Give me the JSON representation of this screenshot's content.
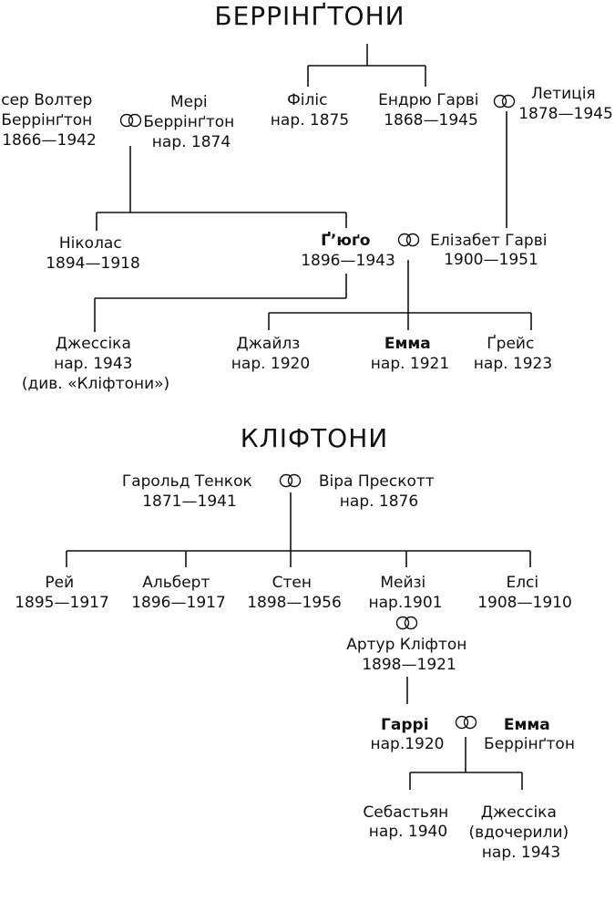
{
  "sections": {
    "barrington_title": "БЕРРІНҐТОНИ",
    "clifton_title": "КЛІФТОНИ"
  },
  "persons": {
    "walter": [
      "сер Волтер",
      "Беррінґтон",
      "1866—1942"
    ],
    "mary": [
      "Мері",
      "Беррінґтон",
      "нар. 1874"
    ],
    "phyllis": [
      "Філіс",
      "нар. 1875"
    ],
    "andrew": [
      "Ендрю Гарві",
      "1868—1945"
    ],
    "letitia": [
      "Летиція",
      "1878—1945"
    ],
    "nicholas": [
      "Ніколас",
      "1894—1918"
    ],
    "hugo": [
      "Ґ’юґо",
      "1896—1943"
    ],
    "elizabeth": [
      "Елізабет Гарві",
      "1900—1951"
    ],
    "jessica1": [
      "Джессіка",
      "нар. 1943",
      "(див. «Кліфтони»)"
    ],
    "giles": [
      "Джайлз",
      "нар. 1920"
    ],
    "emma1": [
      "Емма",
      "нар. 1921"
    ],
    "grace": [
      "Ґрейс",
      "нар. 1923"
    ],
    "harold": [
      "Гарольд Тенкок",
      "1871—1941"
    ],
    "vera": [
      "Віра Прескотт",
      "нар. 1876"
    ],
    "ray": [
      "Рей",
      "1895—1917"
    ],
    "albert": [
      "Альберт",
      "1896—1917"
    ],
    "stan": [
      "Стен",
      "1898—1956"
    ],
    "maisie": [
      "Мейзі",
      "нар.1901"
    ],
    "elsie": [
      "Елсі",
      "1908—1910"
    ],
    "arthur": [
      "Артур Кліфтон",
      "1898—1921"
    ],
    "harry": [
      "Гаррі",
      "нар.1920"
    ],
    "emma2": [
      "Емма",
      "Беррінґтон"
    ],
    "sebastian": [
      "Себастьян",
      "нар. 1940"
    ],
    "jessica2": [
      "Джессіка",
      "(вдочерили)",
      "нар. 1943"
    ]
  }
}
